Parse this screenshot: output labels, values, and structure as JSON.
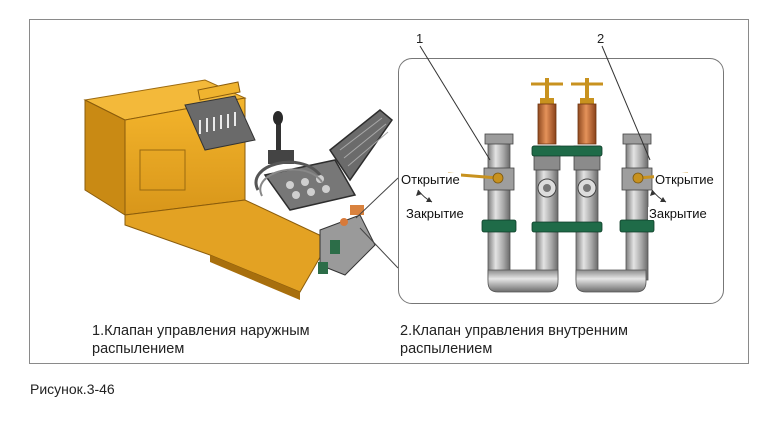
{
  "figure": {
    "callouts": [
      "1",
      "2"
    ],
    "labels": {
      "open_left": "Открытие",
      "close_left": "Закрытие",
      "open_right": "Открытие",
      "close_right": "Закрытие"
    },
    "captions": [
      {
        "line1": "1.Клапан управления наружным",
        "line2": "распылением"
      },
      {
        "line1": "2.Клапан управления внутренним",
        "line2": "распылением"
      }
    ],
    "figure_number": "Рисунок.3-46"
  },
  "colors": {
    "machine_body": "#e8a71e",
    "machine_shadow": "#b97d10",
    "pipe_steel": "#b9b9b9",
    "pipe_dark": "#6f6f6f",
    "clamp_green": "#1f6b48",
    "valve_copper": "#c9723e",
    "handle_gold": "#c8921f"
  }
}
